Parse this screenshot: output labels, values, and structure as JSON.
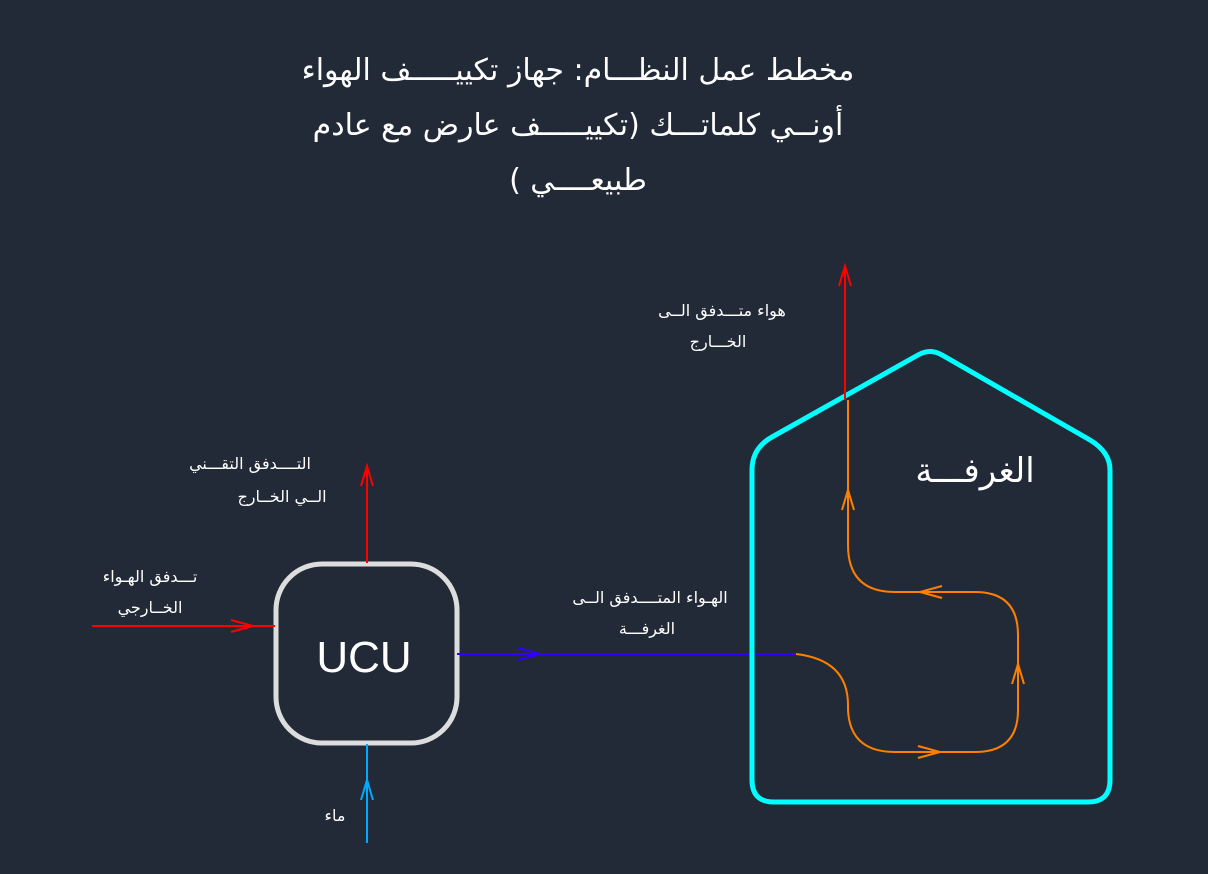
{
  "title": {
    "line1": "مخطط عمل النظـــام: جهاز تكييـــــف الهواء",
    "line2": "أونــي كلماتـــك (تكييـــــف عارض مع عادم",
    "line3": "طبيعــــي )"
  },
  "labels": {
    "exhaust_out_1": "هواء متـــدفق الــى",
    "exhaust_out_2": "الخـــارج",
    "tech_flow_1": "التــــدفق التقـــني",
    "tech_flow_2": "الــي الخــارج",
    "outdoor_air_1": "تـــدفق الهـواء",
    "outdoor_air_2": "الخــارجي",
    "supply_air_1": "الهـواء المتــــدفق الــى",
    "supply_air_2": "الغرفـــة",
    "room": "الغرفـــة",
    "unit": "UCU",
    "water": "ماء"
  },
  "colors": {
    "background": "#222a37",
    "unit_border": "#dddddd",
    "room_border": "#00ffff",
    "exhaust": "#ff0000",
    "supply": "#3300ff",
    "room_flow": "#ff8000",
    "water": "#00aaff"
  }
}
